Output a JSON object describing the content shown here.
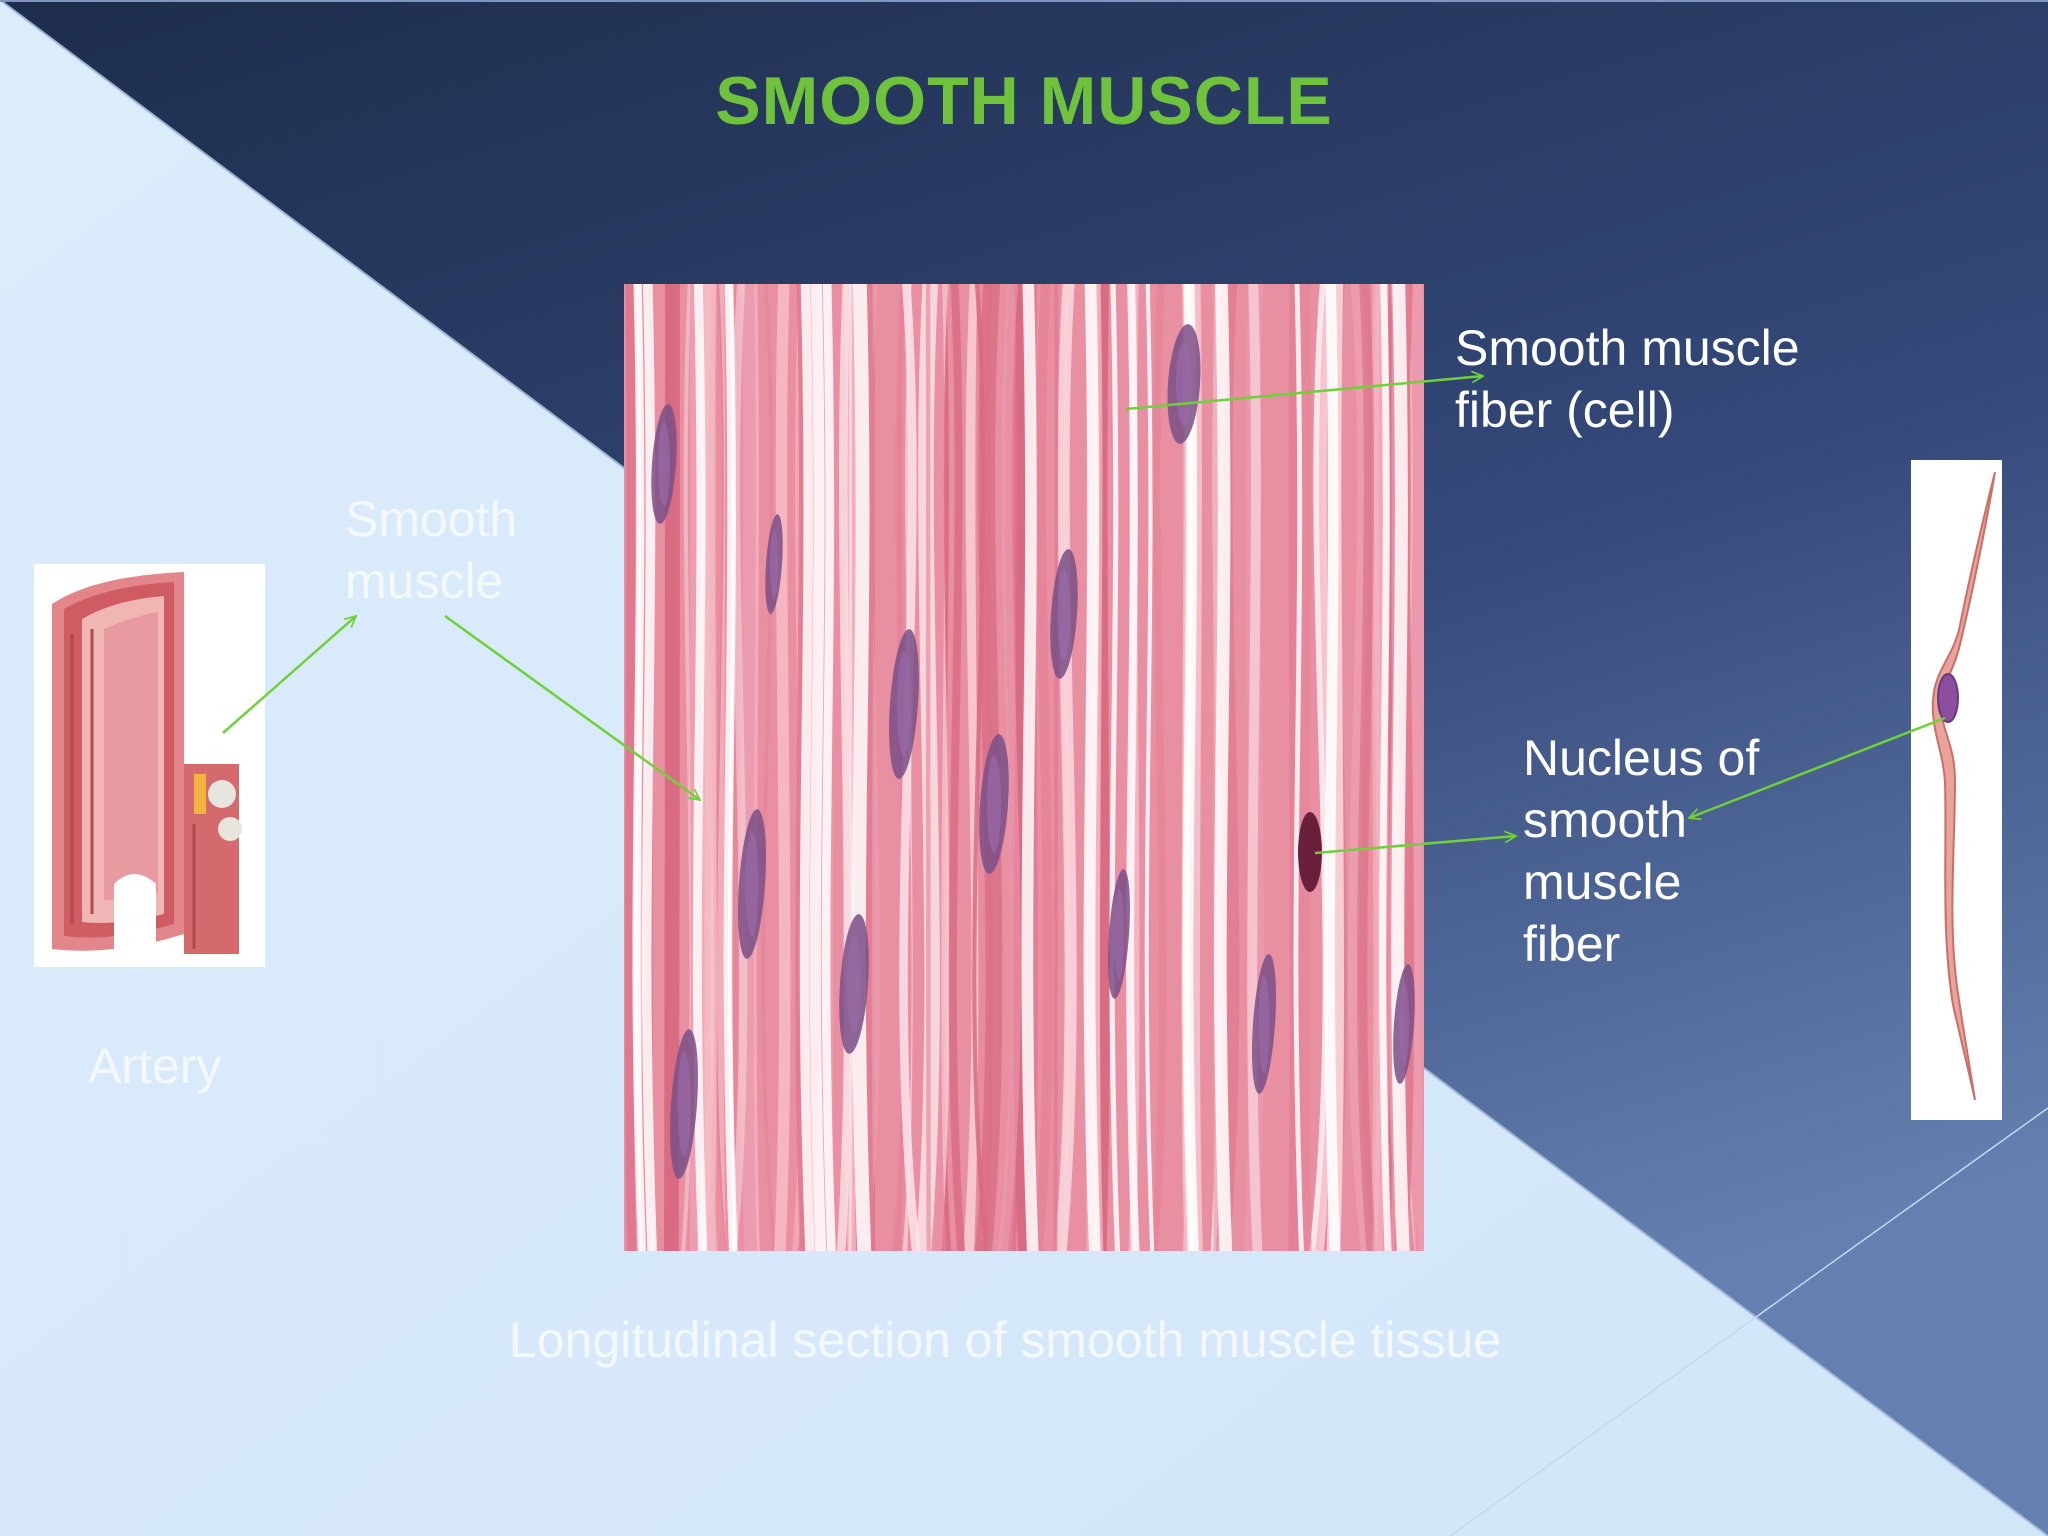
{
  "slide": {
    "title": "SMOOTH MUSCLE",
    "labels": {
      "smooth_muscle_fiber": [
        "Smooth muscle",
        "fiber (cell)"
      ],
      "smooth_muscle": [
        "Smooth",
        "muscle"
      ],
      "nucleus": [
        "Nucleus of",
        "smooth",
        "muscle",
        "fiber"
      ],
      "artery": "Artery",
      "caption": "Longitudinal section of smooth muscle tissue"
    }
  },
  "colors": {
    "title": "#6fc23c",
    "arrow": "#6fd13a",
    "dark_background_top": "#1e2d4c",
    "dark_background_bottom": "#5c78a8",
    "light_background": "#d8eafa"
  },
  "images": {
    "artery": "artery-illustration",
    "micrograph": "smooth-muscle-micrograph",
    "cell": "isolated-smooth-muscle-cell"
  }
}
